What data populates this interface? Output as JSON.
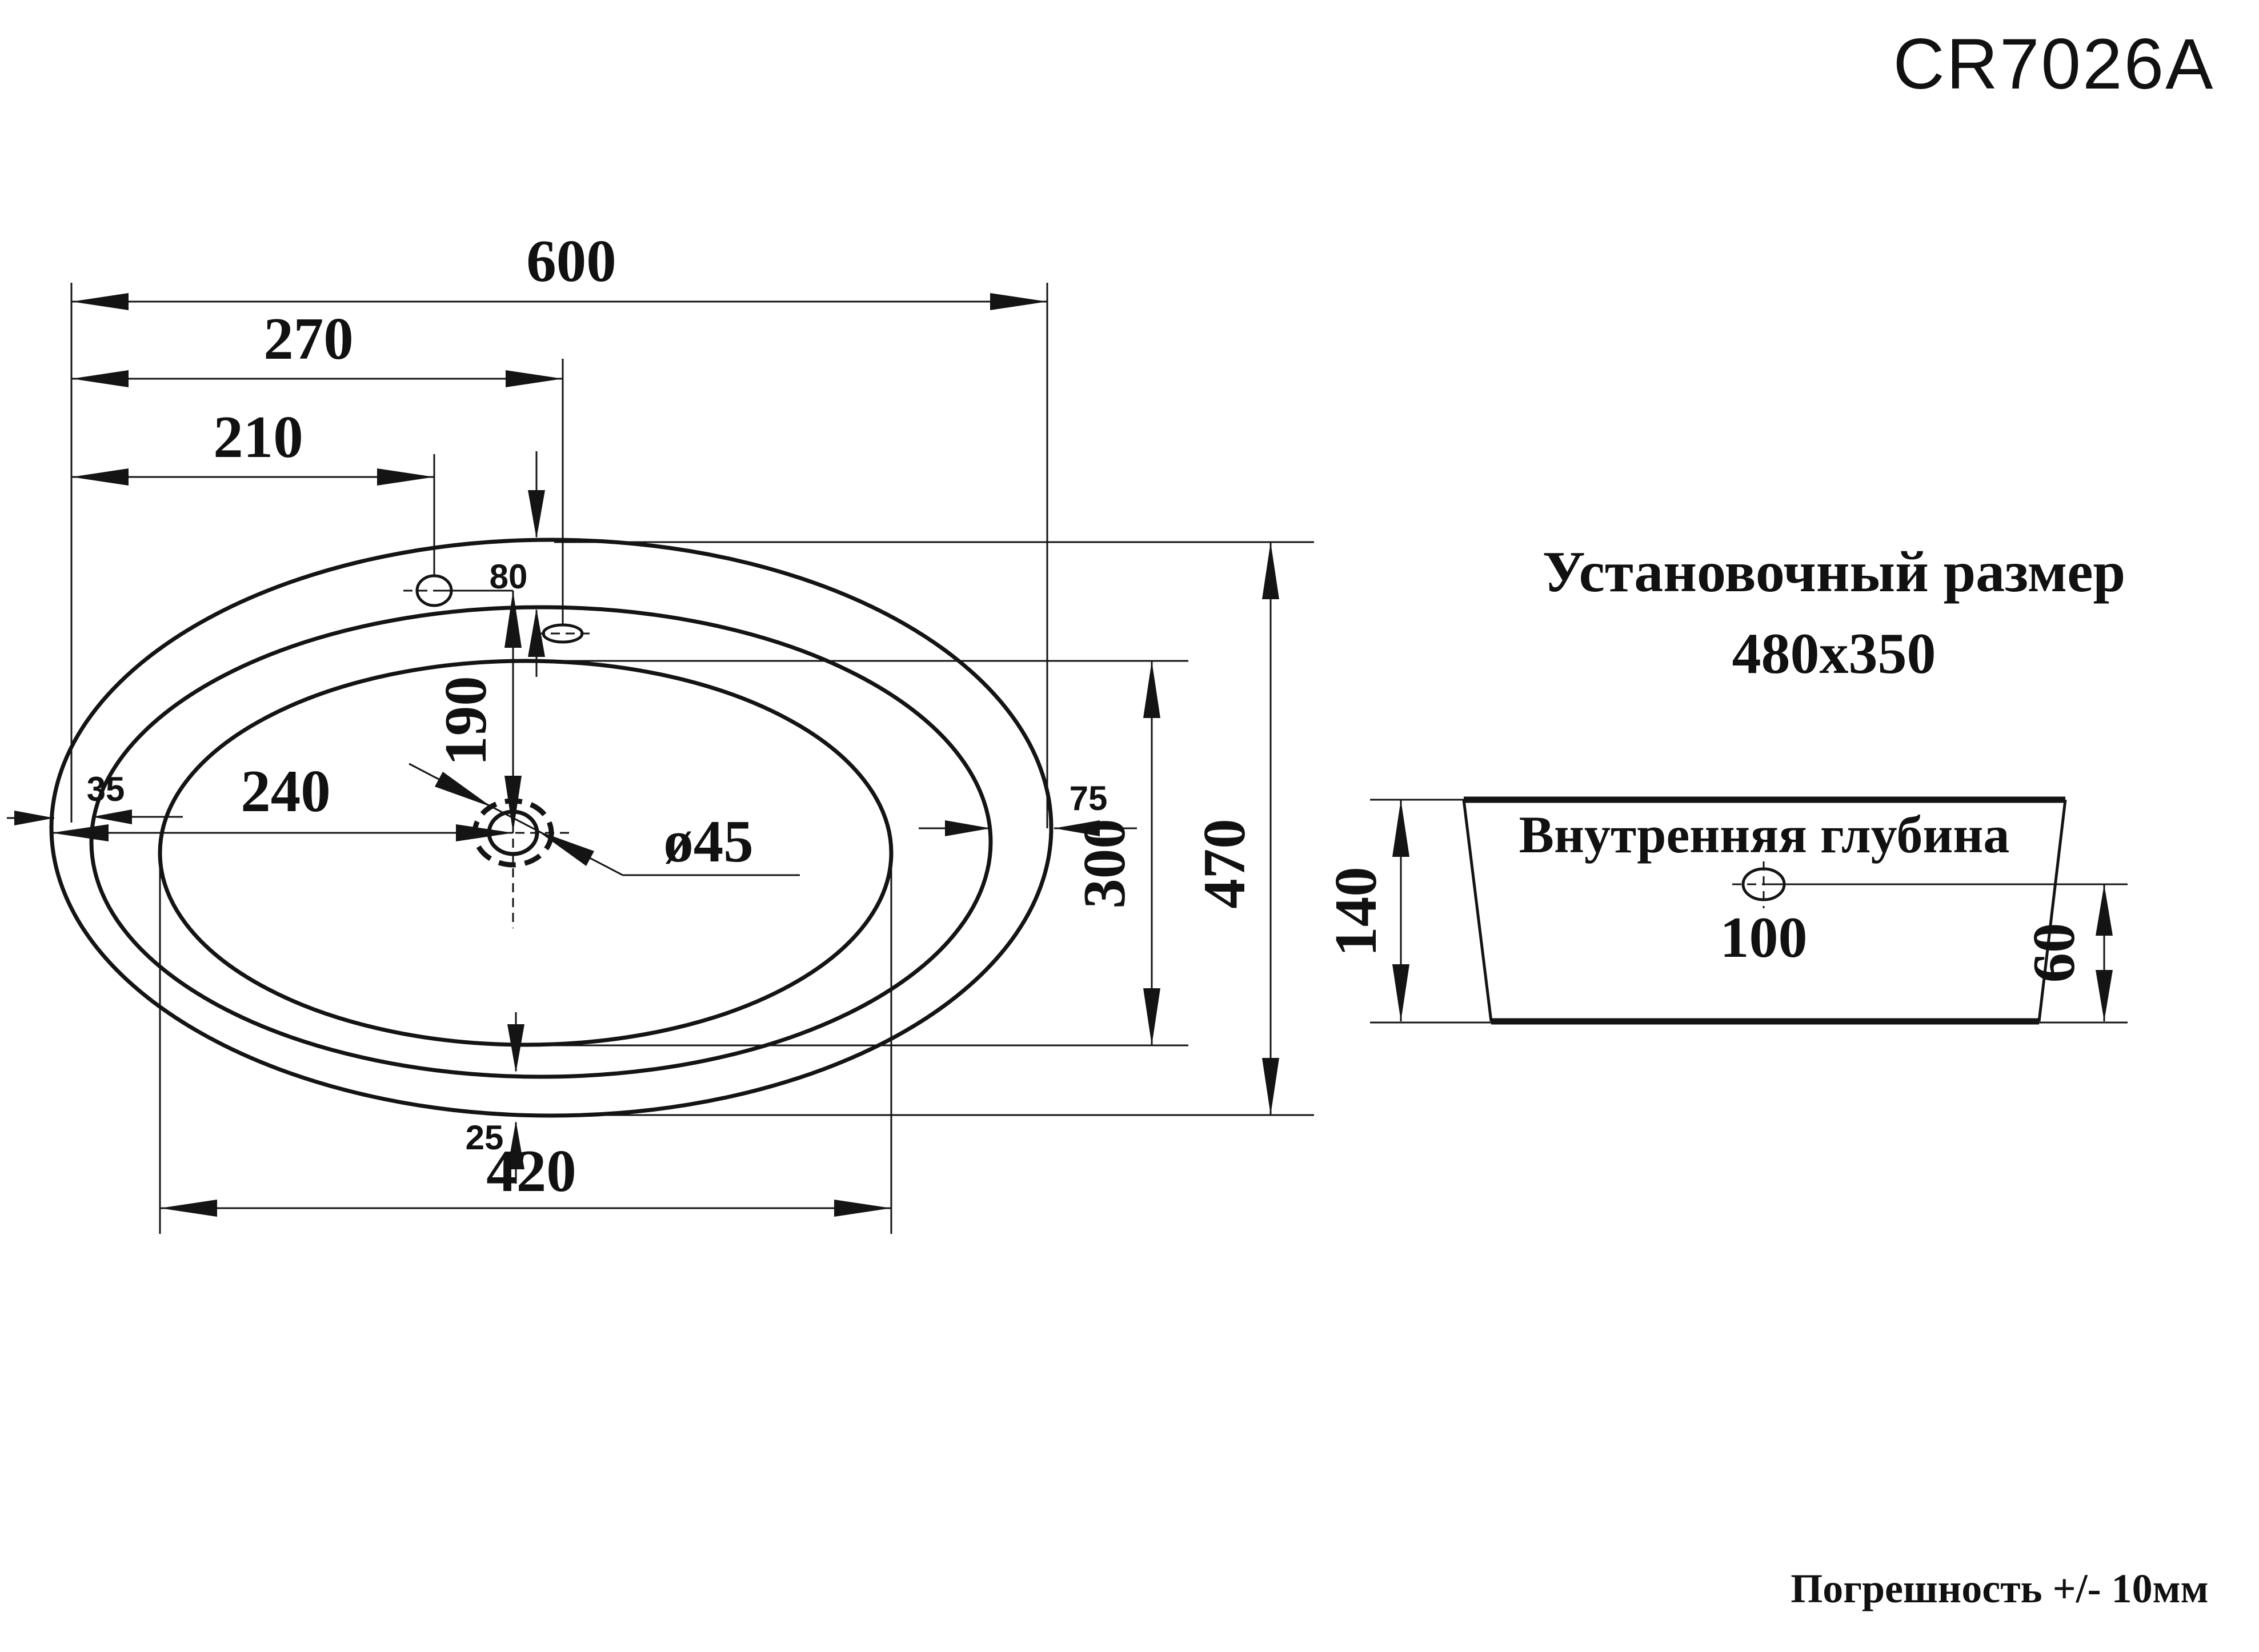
{
  "title": "CR7026A",
  "installation": {
    "label": "Установочный размер",
    "size": "480x350"
  },
  "tolerance_note": "Погрешность +/- 10мм",
  "top_view": {
    "width_overall": "600",
    "overflow_offset": "270",
    "faucet_offset": "210",
    "back_rim_gap": "80",
    "faucet_to_drain": "190",
    "drain_offset": "240",
    "left_rim_gap": "35",
    "right_rim_gap": "75",
    "bowl_height": "300",
    "height_overall": "470",
    "bottom_rim_gap": "25",
    "bowl_width": "420",
    "drain_diameter": "ø45"
  },
  "side_view": {
    "inner_depth_label": "Внутренняя глубина",
    "height_overall": "140",
    "inner_depth": "100",
    "drain_center_height": "60"
  }
}
